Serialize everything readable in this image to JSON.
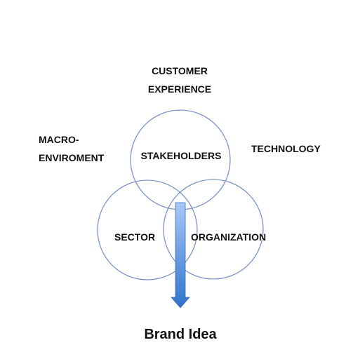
{
  "diagram": {
    "outer_labels": {
      "customer_experience": [
        "CUSTOMER",
        "EXPERIENCE"
      ],
      "macro_environment": [
        "MACRO-",
        "ENVIROMENT"
      ],
      "technology": "TECHNOLOGY"
    },
    "circles": {
      "top": "STAKEHOLDERS",
      "left": "SECTOR",
      "right": "ORGANIZATION"
    },
    "result_label": "Brand Idea"
  },
  "colors": {
    "circle_stroke": "#7f93c8",
    "arrow_light": "#a9c8f7",
    "arrow_dark": "#2f73c9",
    "arrow_stroke": "#3a6fb8",
    "text": "#111111"
  }
}
